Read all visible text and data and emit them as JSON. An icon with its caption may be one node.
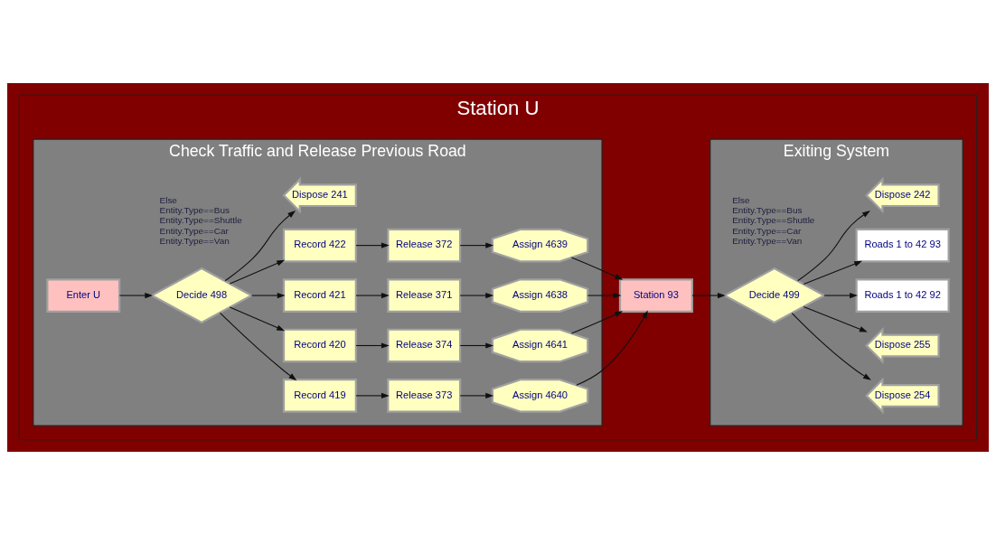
{
  "diagram": {
    "nodes": [
      {
        "text": [
          "Station U"
        ]
      },
      {
        "text": [
          "Check Traffic and Release Previous Road"
        ],
        "in": 0
      },
      {
        "text": [
          "Exiting System"
        ],
        "in": 0
      },
      {
        "text": [
          "Enter U"
        ],
        "in": 1
      },
      {
        "text": [
          "Decide 498"
        ],
        "in": 1,
        "beside": [
          "Else",
          "Entity.Type==Bus",
          "Entity.Type==Shuttle",
          "Entity.Type==Car",
          "Entity.Type==Van"
        ]
      },
      {
        "text": [
          "Record 419"
        ],
        "in": 1
      },
      {
        "text": [
          "Release 373"
        ],
        "in": 1
      },
      {
        "text": [
          "Assign 4640"
        ],
        "in": 1
      },
      {
        "text": [
          "Record 420"
        ],
        "in": 1
      },
      {
        "text": [
          "Release 374"
        ],
        "in": 1
      },
      {
        "text": [
          "Assign 4641"
        ],
        "in": 1
      },
      {
        "text": [
          "Record 421"
        ],
        "in": 1
      },
      {
        "text": [
          "Release 371"
        ],
        "in": 1
      },
      {
        "text": [
          "Assign 4638"
        ],
        "in": 1
      },
      {
        "text": [
          "Record 422"
        ],
        "in": 1
      },
      {
        "text": [
          "Release 372"
        ],
        "in": 1
      },
      {
        "text": [
          "Assign 4639"
        ],
        "in": 1
      },
      {
        "text": [
          "Dispose 241"
        ],
        "in": 1
      },
      {
        "text": [
          "Station 93"
        ],
        "in": 0
      },
      {
        "text": [
          "Dispose 254"
        ],
        "in": 2
      },
      {
        "text": [
          "Dispose 255"
        ],
        "in": 2
      },
      {
        "text": [
          "Decide 499"
        ],
        "in": 2,
        "beside": [
          "Else",
          "Entity.Type==Bus",
          "Entity.Type==Shuttle",
          "Entity.Type==Car",
          "Entity.Type==Van"
        ]
      },
      {
        "text": [
          "Roads 1 to 42 92"
        ],
        "in": 2
      },
      {
        "text": [
          "Roads 1 to 42 93"
        ],
        "in": 2
      },
      {
        "text": [
          "Dispose 242"
        ],
        "in": 2
      }
    ],
    "edges": [
      {
        "from": 3,
        "to": 4,
        "arrow": "to"
      },
      {
        "from": 4,
        "to": 5,
        "arrow": "to"
      },
      {
        "from": 4,
        "to": 8,
        "arrow": "to"
      },
      {
        "from": 4,
        "to": 11,
        "arrow": "to"
      },
      {
        "from": 4,
        "to": 14,
        "arrow": "to"
      },
      {
        "from": 4,
        "to": 17,
        "arrow": "to"
      },
      {
        "from": 5,
        "to": 6,
        "arrow": "to"
      },
      {
        "from": 6,
        "to": 7,
        "arrow": "to"
      },
      {
        "from": 8,
        "to": 9,
        "arrow": "to"
      },
      {
        "from": 9,
        "to": 10,
        "arrow": "to"
      },
      {
        "from": 11,
        "to": 12,
        "arrow": "to"
      },
      {
        "from": 12,
        "to": 13,
        "arrow": "to"
      },
      {
        "from": 14,
        "to": 15,
        "arrow": "to"
      },
      {
        "from": 15,
        "to": 16,
        "arrow": "to"
      },
      {
        "from": 7,
        "to": 18,
        "arrow": "to"
      },
      {
        "from": 10,
        "to": 18,
        "arrow": "to"
      },
      {
        "from": 13,
        "to": 18,
        "arrow": "to"
      },
      {
        "from": 16,
        "to": 18,
        "arrow": "to"
      },
      {
        "from": 18,
        "to": 21,
        "arrow": "to"
      },
      {
        "from": 21,
        "to": 19,
        "arrow": "to"
      },
      {
        "from": 21,
        "to": 20,
        "arrow": "to"
      },
      {
        "from": 21,
        "to": 22,
        "arrow": "to"
      },
      {
        "from": 21,
        "to": 23,
        "arrow": "to"
      },
      {
        "from": 21,
        "to": 24,
        "arrow": "to"
      }
    ]
  }
}
